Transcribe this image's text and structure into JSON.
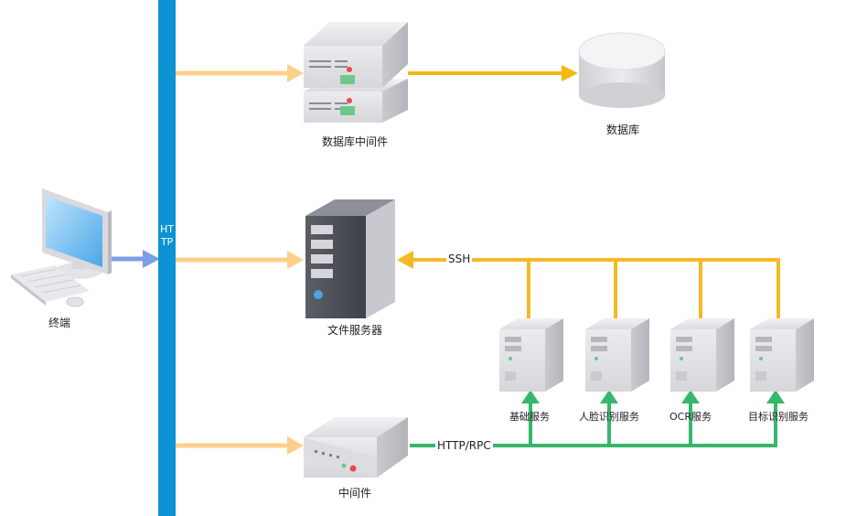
{
  "colors": {
    "bus": "#0b93d4",
    "http_arrow": "#fdd08a",
    "db_link": "#f2b90c",
    "ssh": "#f6b923",
    "rpc": "#36b76c",
    "terminal_arrow": "#7a9fe6"
  },
  "bus": {
    "label": "HTTP"
  },
  "nodes": {
    "terminal": {
      "label": "终端",
      "icon": "desktop-computer-icon"
    },
    "db_middleware": {
      "label": "数据库中间件",
      "icon": "server-stack-icon"
    },
    "database": {
      "label": "数据库",
      "icon": "database-icon"
    },
    "file_server": {
      "label": "文件服务器",
      "icon": "tower-server-icon"
    },
    "middleware": {
      "label": "中间件",
      "icon": "network-appliance-icon"
    },
    "services": [
      {
        "label": "基础服务",
        "icon": "server-icon"
      },
      {
        "label": "人脸识别服务",
        "icon": "server-icon"
      },
      {
        "label": "OCR服务",
        "icon": "server-icon"
      },
      {
        "label": "目标识别服务",
        "icon": "server-icon"
      }
    ]
  },
  "edges": {
    "ssh_label": "SSH",
    "rpc_label": "HTTP/RPC"
  }
}
